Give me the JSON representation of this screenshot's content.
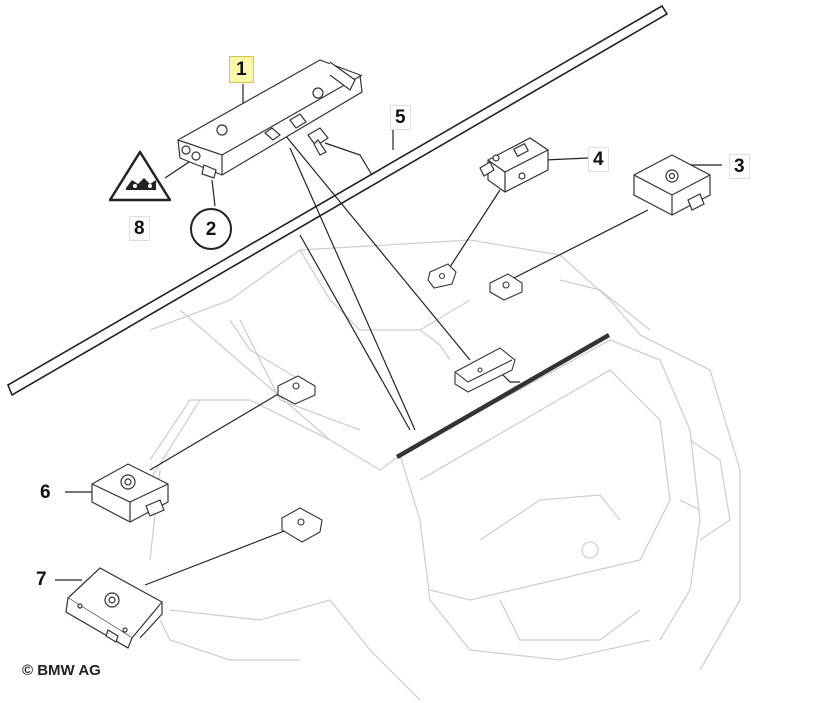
{
  "callouts": {
    "c1": "1",
    "c2": "2",
    "c3": "3",
    "c4": "4",
    "c5": "5",
    "c6": "6",
    "c7": "7",
    "c8": "8"
  },
  "copyright": "© BMW AG",
  "colors": {
    "line": "#222222",
    "car_outline": "#c8c8c8",
    "highlight_box": "#fff7a8"
  },
  "icons": {
    "warning_triangle": "warning-triangle-icon"
  }
}
